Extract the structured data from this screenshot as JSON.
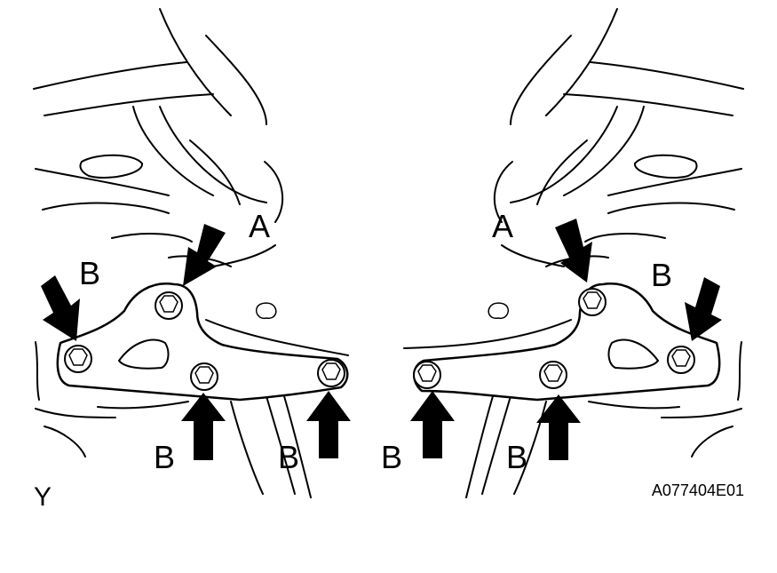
{
  "labels": {
    "a": "A",
    "b": "B",
    "view": "Y",
    "code": "A077404E01"
  }
}
